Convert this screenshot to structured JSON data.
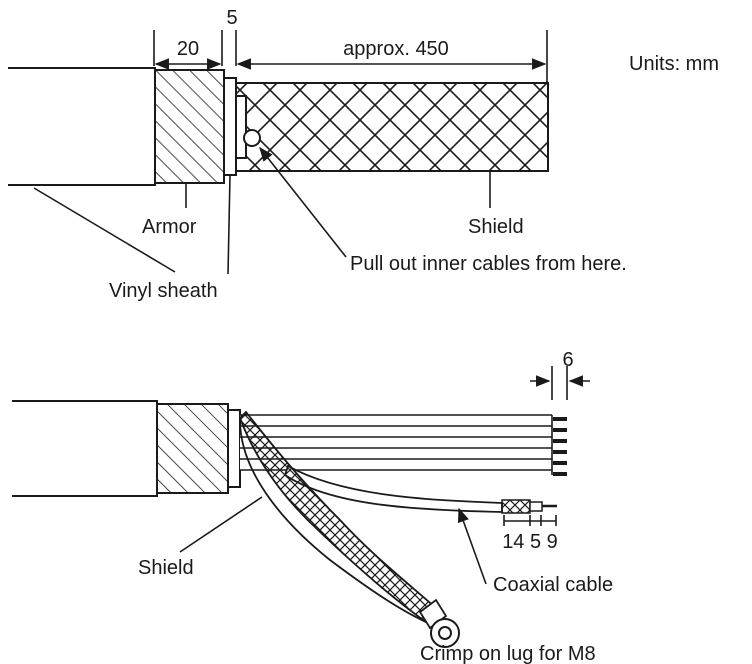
{
  "units_label": "Units: mm",
  "top": {
    "dim_armor": "20",
    "dim_sheath": "5",
    "dim_shield": "approx. 450",
    "label_armor": "Armor",
    "label_vinyl": "Vinyl sheath",
    "label_shield": "Shield",
    "label_pull": "Pull out inner cables from here."
  },
  "bottom": {
    "dim_wire_end": "6",
    "dim_coax": "14 5 9",
    "label_shield": "Shield",
    "label_coax": "Coaxial cable",
    "label_lug": "Crimp on lug for M8"
  }
}
